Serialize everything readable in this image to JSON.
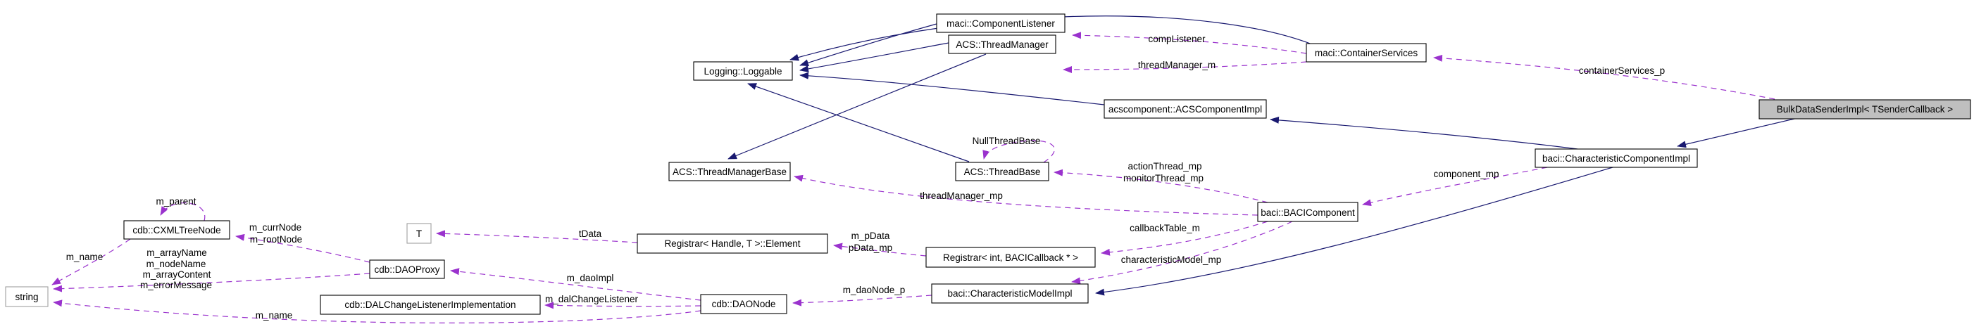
{
  "diagram": {
    "type": "uml-collaboration-graph",
    "main_class": "BulkDataSenderImpl< TSenderCallback >",
    "colors": {
      "background": "#ffffff",
      "inheritance_edge": "#191970",
      "usage_edge": "#9a32cd",
      "node_border": "#000000",
      "node_fill": "#ffffff",
      "main_node_fill": "#bfbfbf",
      "external_node_border": "#a0a0a0",
      "text": "#000000"
    },
    "nodes": {
      "component_listener": {
        "label": "maci::ComponentListener"
      },
      "thread_manager": {
        "label": "ACS::ThreadManager"
      },
      "loggable": {
        "label": "Logging::Loggable"
      },
      "container_services": {
        "label": "maci::ContainerServices"
      },
      "acs_component_impl": {
        "label": "acscomponent::ACSComponentImpl"
      },
      "bulk_data_sender_impl": {
        "label": "BulkDataSenderImpl< TSenderCallback >"
      },
      "characteristic_component_impl": {
        "label": "baci::CharacteristicComponentImpl"
      },
      "thread_manager_base": {
        "label": "ACS::ThreadManagerBase"
      },
      "thread_base": {
        "label": "ACS::ThreadBase"
      },
      "baci_component": {
        "label": "baci::BACIComponent"
      },
      "cxml_tree_node": {
        "label": "cdb::CXMLTreeNode"
      },
      "t": {
        "label": "T"
      },
      "registrar_element": {
        "label": "Registrar< Handle, T >::Element"
      },
      "registrar_int": {
        "label": "Registrar< int, BACICallback * >"
      },
      "dao_proxy": {
        "label": "cdb::DAOProxy"
      },
      "dal_change_listener_impl": {
        "label": "cdb::DALChangeListenerImplementation"
      },
      "dao_node": {
        "label": "cdb::DAONode"
      },
      "characteristic_model_impl": {
        "label": "baci::CharacteristicModelImpl"
      },
      "string": {
        "label": "string"
      }
    },
    "edge_labels": {
      "comp_listener": "compListener",
      "thread_manager_m": "threadManager_m",
      "container_services_p": "containerServices_p",
      "component_mp": "component_mp",
      "action_thread_mp": "actionThread_mp",
      "monitor_thread_mp": "monitorThread_mp",
      "thread_manager_mp": "threadManager_mp",
      "null_thread_base": "NullThreadBase",
      "callback_table_m": "callbackTable_m",
      "characteristic_model_mp": "characteristicModel_mp",
      "m_pdata": "m_pData",
      "pdata_mp": "pData_mp",
      "tdata": "tData",
      "m_parent": "m_parent",
      "m_curr_node": "m_currNode",
      "m_root_node": "m_rootNode",
      "m_name_tree": "m_name",
      "m_array_name": "m_arrayName",
      "m_node_name": "m_nodeName",
      "m_array_content": "m_arrayContent",
      "m_error_message": "m_errorMessage",
      "m_dao_impl": "m_daoImpl",
      "m_dal_change_listener": "m_dalChangeListener",
      "m_dao_node_p": "m_daoNode_p",
      "m_name_dao": "m_name"
    }
  }
}
